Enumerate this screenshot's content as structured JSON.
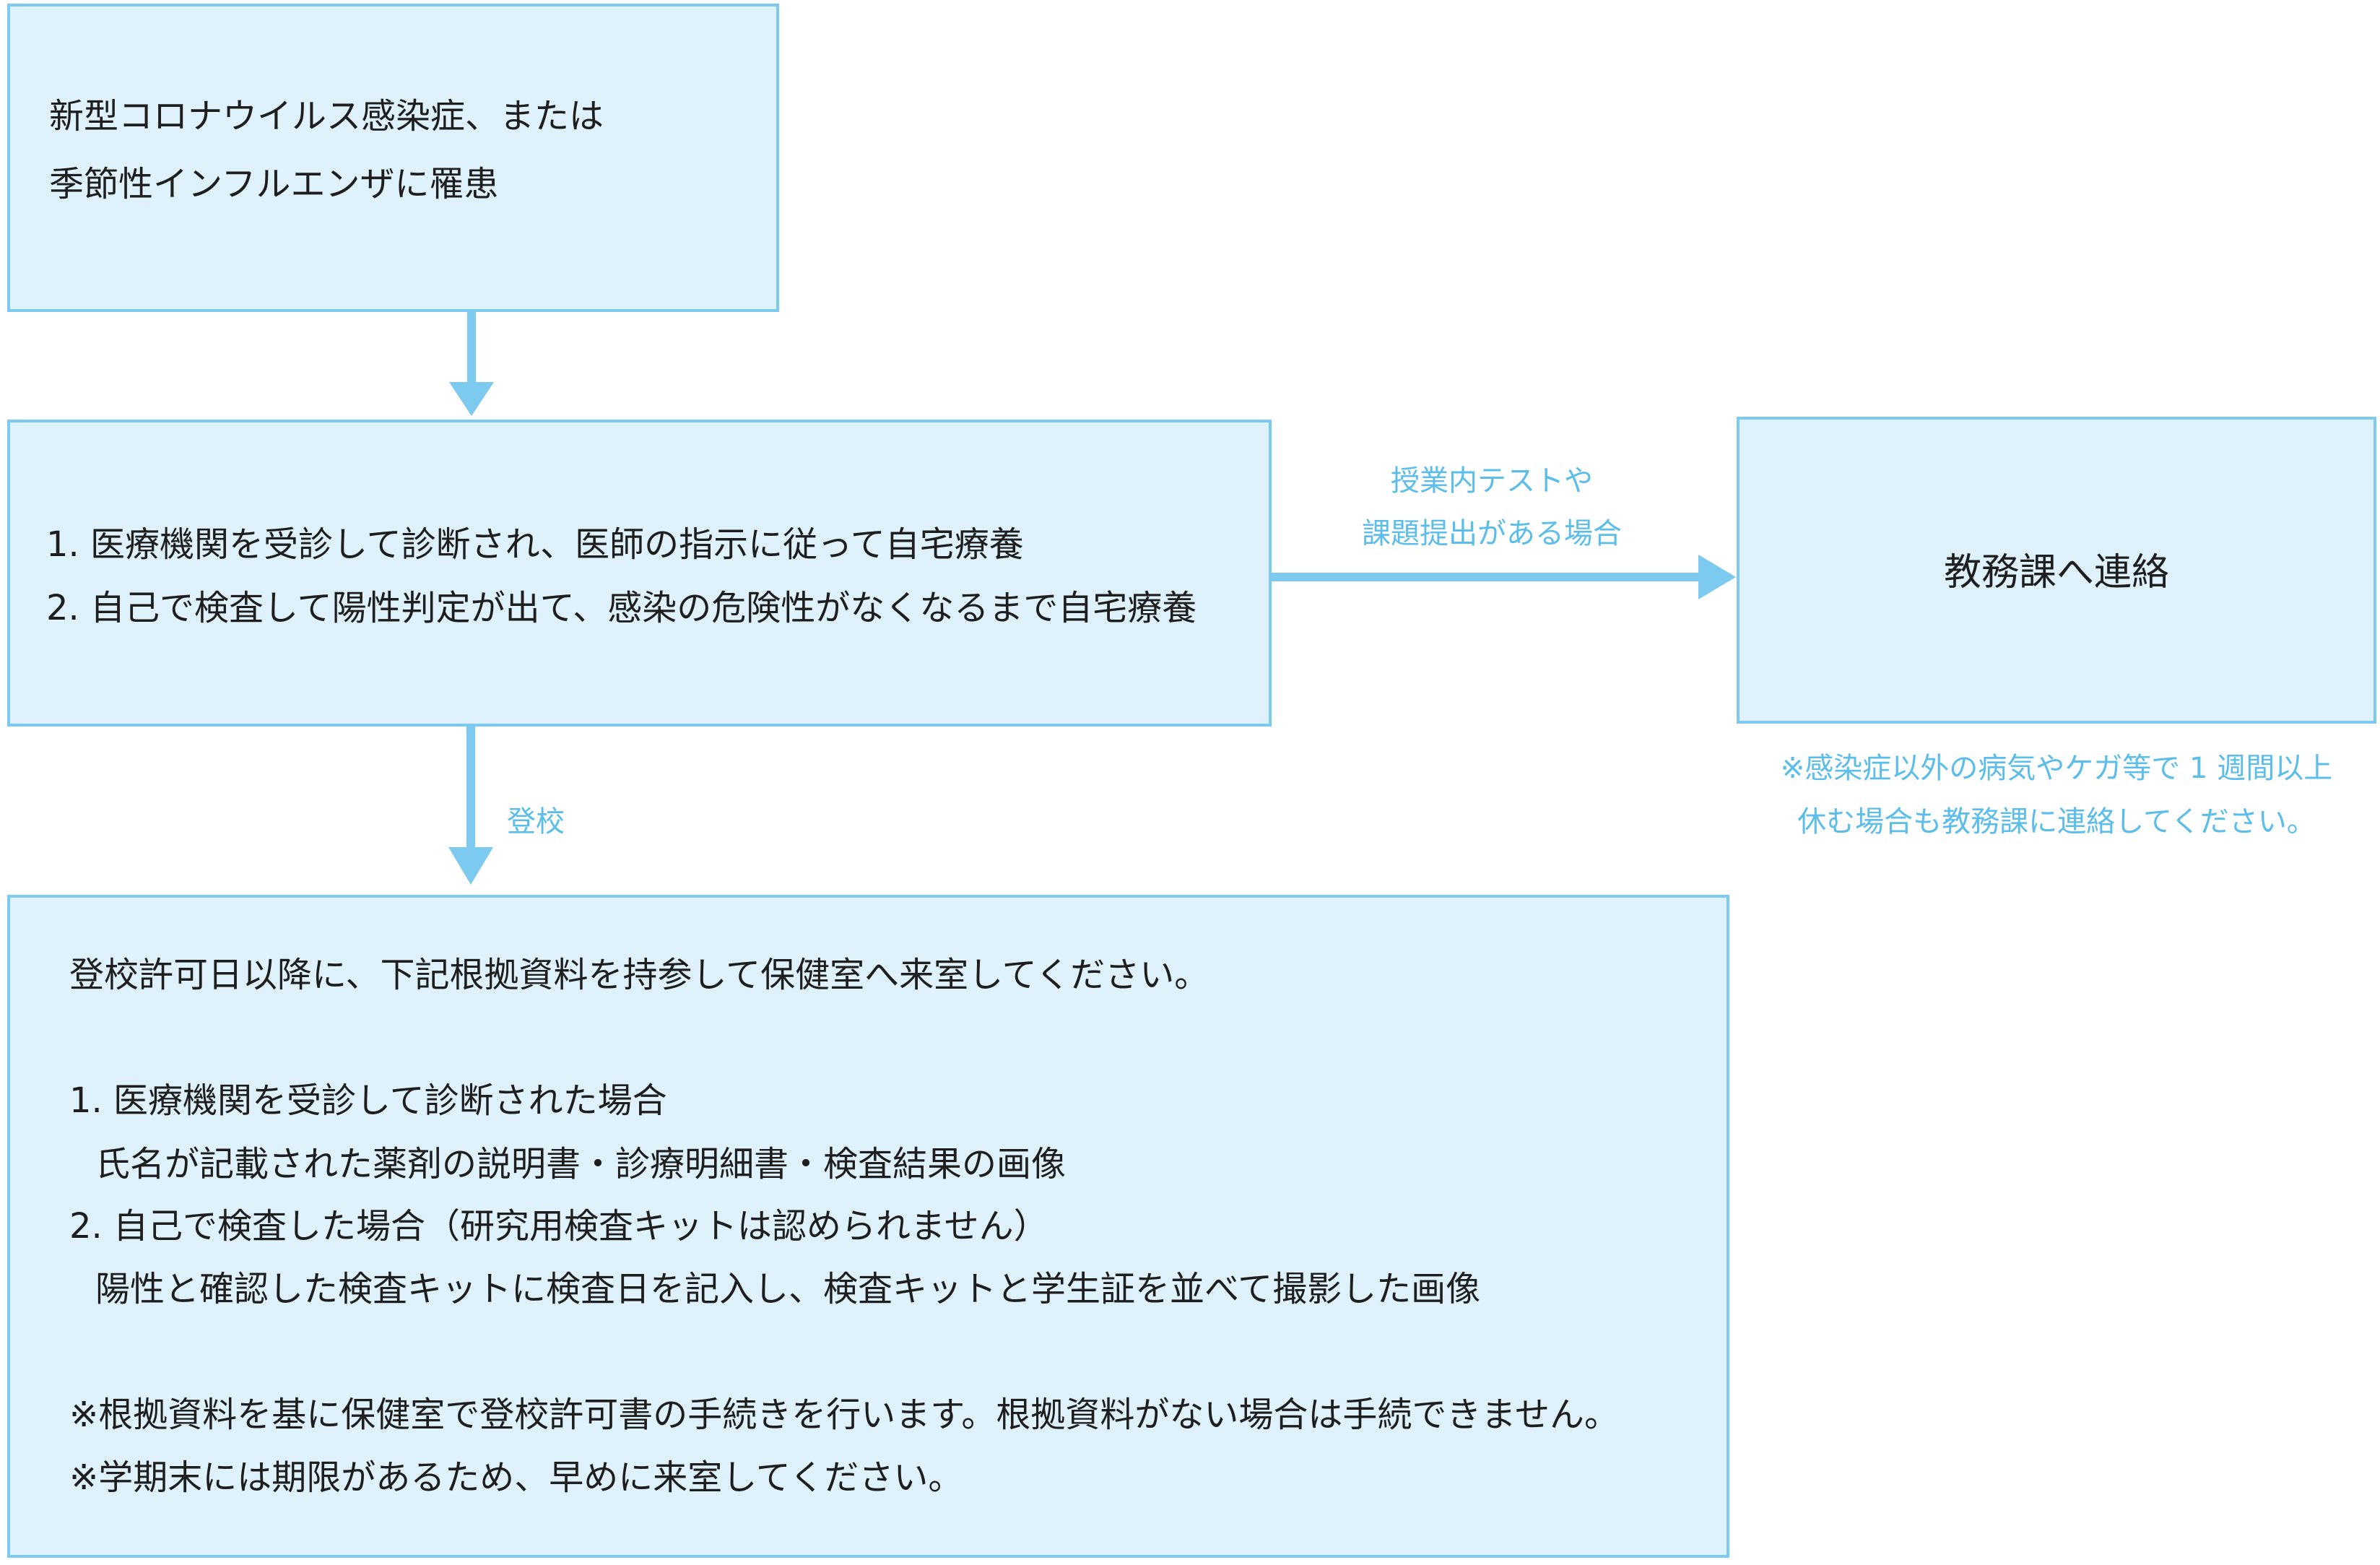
{
  "nodes": {
    "infection": {
      "lines": [
        "新型コロナウイルス感染症、または",
        "季節性インフルエンザに罹患"
      ]
    },
    "home_treatment": {
      "lines": [
        "1. 医療機関を受診して診断され、医師の指示に従って自宅療養",
        "2. 自己で検査して陽性判定が出て、感染の危険性がなくなるまで自宅療養"
      ]
    },
    "contact_office": {
      "label": "教務課へ連絡"
    },
    "return_to_school": {
      "lines": [
        "登校許可日以降に、下記根拠資料を持参して保健室へ来室してください。",
        "1. 医療機関を受診して診断された場合",
        "氏名が記載された薬剤の説明書・診療明細書・検査結果の画像",
        "2. 自己で検査した場合（研究用検査キットは認められません）",
        "陽性と確認した検査キットに検査日を記入し、検査キットと学生証を並べて撮影した画像",
        "※根拠資料を基に保健室で登校許可書の手続きを行います。根拠資料がない場合は手続できません。",
        "※学期末には期限があるため、早めに来室してください。"
      ]
    }
  },
  "edges": {
    "to_office_label": [
      "授業内テストや",
      "課題提出がある場合"
    ],
    "to_school_label": "登校"
  },
  "notes": {
    "office_note": [
      "※感染症以外の病気やケガ等で 1 週間以上",
      "休む場合も教務課に連絡してください。"
    ]
  },
  "colors": {
    "box_fill": "#dff2fc",
    "box_border": "#7ccaf0",
    "arrow": "#7ccaf0",
    "label_text": "#5bbde9",
    "body_text": "#1e1e1e"
  }
}
